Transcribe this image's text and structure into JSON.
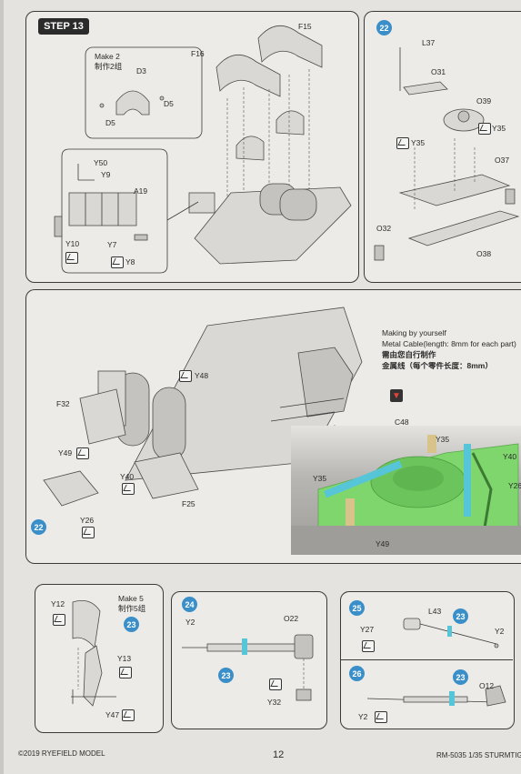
{
  "step": {
    "label": "STEP 13"
  },
  "panel_a": {
    "make_note": "Make 2",
    "make_note_cn": "制作2组",
    "labels": [
      "F15",
      "F16",
      "D3",
      "D5",
      "D5",
      "Y50",
      "Y9",
      "A19",
      "Y10",
      "Y7",
      "Y8"
    ]
  },
  "panel_b": {
    "badge": "22",
    "labels": [
      "L37",
      "O31",
      "O39",
      "Y35",
      "Y35",
      "O37",
      "O32",
      "O38"
    ]
  },
  "panel_c": {
    "badge": "22",
    "note_en1": "Making by yourself",
    "note_en2": "Metal Cable(length: 8mm for each part)",
    "note_cn1": "需由您自行制作",
    "note_cn2": "金属线（每个零件长度：8mm）",
    "labels": [
      "Y48",
      "F32",
      "Y49",
      "Y40",
      "Y26",
      "F25",
      "C48",
      "Y35",
      "Y40",
      "Y35",
      "Y26",
      "Y49"
    ]
  },
  "panel_d": {
    "badge": "23",
    "make_note": "Make 5",
    "make_note_cn": "制作5组",
    "labels": [
      "Y12",
      "Y13",
      "Y47"
    ]
  },
  "panel_e": {
    "badge": "24",
    "sub_badge": "23",
    "labels": [
      "Y2",
      "O22",
      "Y32"
    ]
  },
  "panel_f": {
    "badge1": "25",
    "badge2": "26",
    "sub_badge1": "23",
    "sub_badge2": "23",
    "labels": [
      "L43",
      "Y27",
      "Y2",
      "O12",
      "Y2"
    ]
  },
  "footer": {
    "copyright": "©2019 RYEFIELD MODEL",
    "page_number": "12",
    "product": "RM-5035 1/35 STURMTIG"
  },
  "colors": {
    "badge_blue": "#3a8fc9",
    "render_green": "#7fd66d",
    "render_cyan": "#57c5d8"
  }
}
